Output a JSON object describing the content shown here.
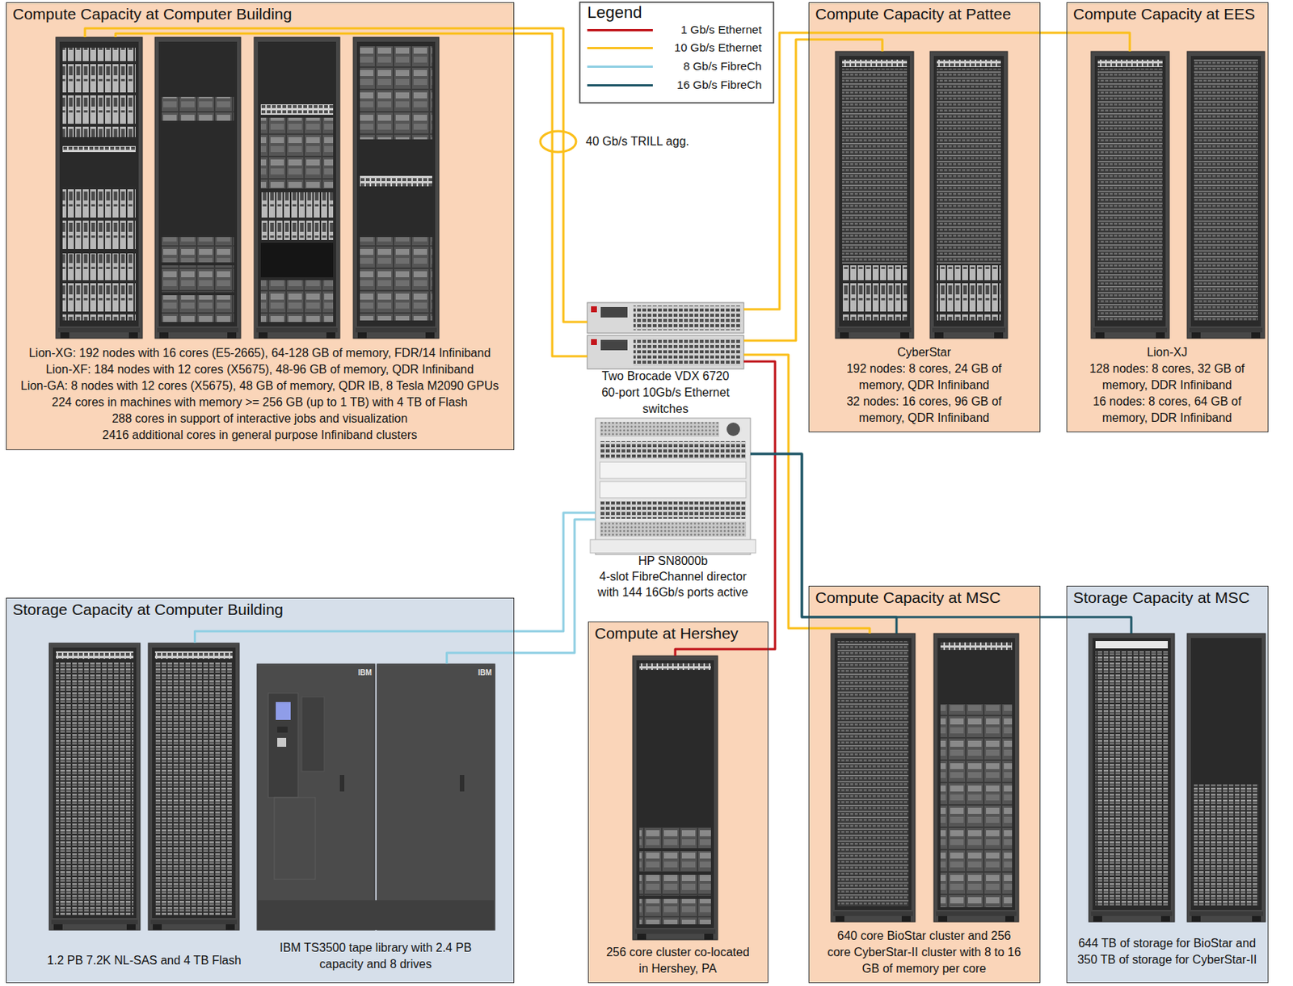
{
  "diagram": {
    "nodes": [
      {
        "text": [
          "Compute Capacity at Computer Building",
          "Lion-XG: 192 nodes with 16 cores (E5-2665), 64-128 GB of memory, FDR/14 Infiniband",
          "Lion-XF: 184 nodes with 12 cores (X5675), 48-96 GB of memory, QDR Infiniband",
          "Lion-GA: 8 nodes with 12 cores (X5675), 48 GB of memory, QDR IB, 8 Tesla M2090 GPUs",
          "224 cores in machines with memory >= 256 GB (up to 1 TB) with 4 TB of Flash",
          "288 cores in support of interactive jobs and visualization",
          "2416 additional cores in general purpose Infiniband clusters"
        ]
      },
      {
        "text": [
          "Compute Capacity at Pattee",
          "CyberStar",
          "192 nodes: 8 cores, 24 GB of memory, QDR Infiniband",
          "32 nodes: 16 cores, 96 GB of memory, QDR Infiniband"
        ]
      },
      {
        "text": [
          "Compute Capacity at EES",
          "Lion-XJ",
          "128 nodes: 8 cores, 32 GB of memory, DDR Infiniband",
          "16 nodes: 8 cores, 64 GB of memory, DDR Infiniband"
        ]
      },
      {
        "text": [
          "Two Brocade VDX 6720 60-port 10Gb/s Ethernet switches"
        ]
      },
      {
        "text": [
          "HP SN8000b",
          "4-slot FibreChannel director with 144 16Gb/s ports active"
        ]
      },
      {
        "text": [
          "Storage Capacity at Computer Building"
        ]
      },
      {
        "text": [
          "1.2 PB 7.2K NL-SAS and 4 TB Flash"
        ],
        "in": 5
      },
      {
        "text": [
          "IBM",
          "IBM",
          "IBM TS3500 tape library with 2.4 PB capacity and 8 drives"
        ],
        "in": 5
      },
      {
        "text": [
          "Compute at Hershey",
          "256 core cluster co-located in Hershey, PA"
        ]
      },
      {
        "text": [
          "Compute Capacity at MSC",
          "640 core BioStar cluster and 256 core CyberStar-II cluster with 8 to 16 GB of memory per core"
        ]
      },
      {
        "text": [
          "Storage Capacity at MSC",
          "644 TB of storage for BioStar and 350 TB of storage for CyberStar-II"
        ]
      }
    ],
    "edges": [
      {
        "from": 0,
        "to": 3,
        "arrow": "none"
      },
      {
        "from": 0,
        "to": 3,
        "arrow": "none"
      },
      {
        "from": 3,
        "to": 1,
        "arrow": "none"
      },
      {
        "from": 3,
        "to": 2,
        "arrow": "none"
      },
      {
        "from": 3,
        "to": 9,
        "arrow": "none"
      },
      {
        "from": 3,
        "to": 8,
        "arrow": "none"
      },
      {
        "from": 4,
        "to": 6,
        "arrow": "none"
      },
      {
        "from": 4,
        "to": 7,
        "arrow": "none"
      },
      {
        "from": 4,
        "to": 9,
        "arrow": "none"
      },
      {
        "from": 4,
        "to": 10,
        "arrow": "none"
      }
    ],
    "labels": [
      "Legend",
      "40 Gb/s TRILL agg."
    ],
    "legend": [
      {
        "text": "1 Gb/s Ethernet"
      },
      {
        "text": "10 Gb/s Ethernet"
      },
      {
        "text": "8 Gb/s FibreCh"
      },
      {
        "text": "16 Gb/s FibreCh"
      }
    ]
  }
}
